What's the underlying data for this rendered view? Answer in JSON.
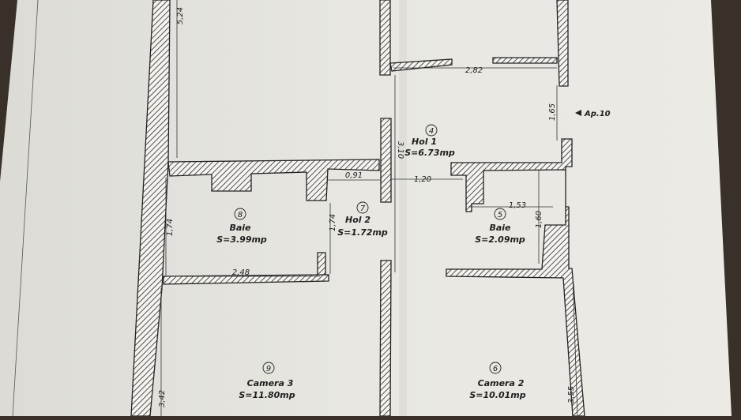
{
  "rooms": [
    {
      "num": "4",
      "name": "Hol 1",
      "area": "S=6.73mp"
    },
    {
      "num": "5",
      "name": "Baie",
      "area": "S=2.09mp"
    },
    {
      "num": "6",
      "name": "Camera 2",
      "area": "S=10.01mp"
    },
    {
      "num": "7",
      "name": "Hol 2",
      "area": "S=1.72mp"
    },
    {
      "num": "8",
      "name": "Baie",
      "area": "S=3.99mp"
    },
    {
      "num": "9",
      "name": "Camera 3",
      "area": "S=11.80mp"
    }
  ],
  "dimensions": {
    "d_524": "5,24",
    "d_282": "2,82",
    "d_165": "1,65",
    "d_310": "3,10",
    "d_091": "0,91",
    "d_120": "1,20",
    "d_153": "1,53",
    "d_160": "1,60",
    "d_174_left": "1,74",
    "d_174_mid": "1,74",
    "d_248": "2,48",
    "d_342": "3,42",
    "d_355": "3,55"
  },
  "apartment_label": "Ap.10",
  "colors": {
    "background": "#3a302a",
    "paper": "#e7e6e1",
    "paper_right": "#ebeae5",
    "wall_hatch": "#2a2a2a"
  }
}
